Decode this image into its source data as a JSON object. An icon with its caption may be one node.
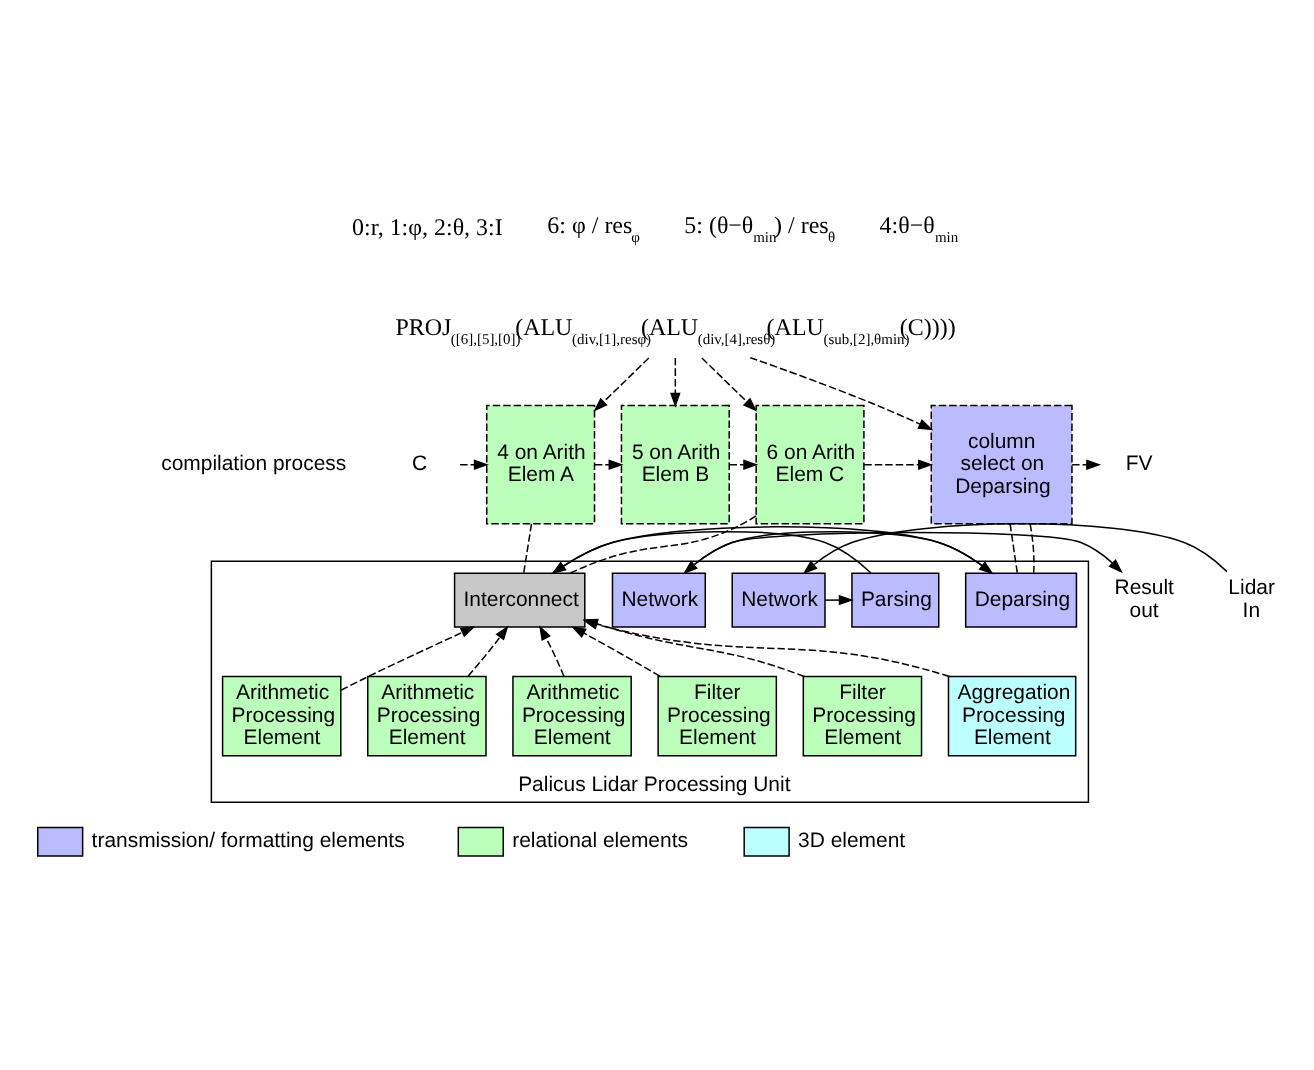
{
  "diagram": {
    "nodes": [
      {
        "text": [
          "PROJ$_{([6],[5],[0])}$(ALU$_{(div,[1],resφ)}$(ALU$_{(div,[4],resθ)}$(ALU$_{(sub,[2],θmin)}$(C))))"
        ]
      },
      {
        "text": [
          "C"
        ]
      },
      {
        "text": [
          "4 on Arith Elem A"
        ]
      },
      {
        "text": [
          "5 on Arith Elem B"
        ]
      },
      {
        "text": [
          "6 on Arith Elem C"
        ]
      },
      {
        "text": [
          "column select on Deparsing"
        ]
      },
      {
        "text": [
          "FV"
        ]
      },
      {
        "text": [
          "Lidar In"
        ]
      },
      {
        "text": [
          "Palicus Lidar Processing Unit"
        ]
      },
      {
        "text": [
          "Network"
        ],
        "in": 8
      },
      {
        "text": [
          "Parsing"
        ],
        "in": 8
      },
      {
        "text": [
          "Interconnect"
        ],
        "in": 8
      },
      {
        "text": [
          "Deparsing"
        ],
        "in": 8
      },
      {
        "text": [
          "Network"
        ],
        "in": 8
      },
      {
        "text": [
          "Result out"
        ]
      },
      {
        "text": [
          "Arithmetic Processing Element"
        ],
        "in": 8
      },
      {
        "text": [
          "Arithmetic Processing Element"
        ],
        "in": 8
      },
      {
        "text": [
          "Arithmetic Processing Element"
        ],
        "in": 8
      },
      {
        "text": [
          "Filter Processing Element"
        ],
        "in": 8
      },
      {
        "text": [
          "Filter Processing Element"
        ],
        "in": 8
      },
      {
        "text": [
          "Aggregation Processing Element"
        ],
        "in": 8
      }
    ],
    "edges": [
      {
        "from": 0,
        "to": 2,
        "arrow": "to",
        "style": "dashed"
      },
      {
        "from": 0,
        "to": 3,
        "arrow": "to",
        "style": "dashed"
      },
      {
        "from": 0,
        "to": 4,
        "arrow": "to",
        "style": "dashed"
      },
      {
        "from": 0,
        "to": 5,
        "arrow": "to",
        "style": "dashed"
      },
      {
        "from": 1,
        "to": 2,
        "arrow": "to",
        "style": "dashed"
      },
      {
        "from": 2,
        "to": 3,
        "arrow": "to",
        "style": "dashed"
      },
      {
        "from": 3,
        "to": 4,
        "arrow": "to",
        "style": "dashed"
      },
      {
        "from": 4,
        "to": 5,
        "arrow": "to",
        "style": "dashed"
      },
      {
        "from": 5,
        "to": 6,
        "arrow": "to",
        "style": "dashed"
      },
      {
        "from": 2,
        "to": 11,
        "arrow": "none",
        "style": "dashed"
      },
      {
        "from": 4,
        "to": 11,
        "arrow": "none",
        "style": "dashed"
      },
      {
        "from": 5,
        "to": 12,
        "arrow": "none",
        "style": "dashed"
      },
      {
        "from": 5,
        "to": 12,
        "arrow": "none",
        "style": "dashed"
      },
      {
        "from": 7,
        "to": 9,
        "arrow": "to"
      },
      {
        "from": 9,
        "to": 10,
        "arrow": "to"
      },
      {
        "from": 10,
        "to": 11,
        "arrow": "to"
      },
      {
        "from": 11,
        "to": 12,
        "arrow": "to"
      },
      {
        "from": 12,
        "to": 13,
        "arrow": "to"
      },
      {
        "from": 13,
        "to": 14,
        "arrow": "to"
      },
      {
        "from": 15,
        "to": 11,
        "arrow": "to",
        "style": "dashed"
      },
      {
        "from": 16,
        "to": 11,
        "arrow": "to",
        "style": "dashed"
      },
      {
        "from": 17,
        "to": 11,
        "arrow": "to",
        "style": "dashed"
      },
      {
        "from": 18,
        "to": 11,
        "arrow": "to",
        "style": "dashed"
      },
      {
        "from": 19,
        "to": 11,
        "arrow": "to",
        "style": "dashed"
      },
      {
        "from": 20,
        "to": 11,
        "arrow": "to",
        "style": "dashed"
      }
    ],
    "labels": [
      "0:r, 1:φ, 2:θ, 3:I",
      "6: φ / res$_{φ}$",
      "5: (θ−θ$_{min}$) / res$_{θ}$",
      "4:θ−θ$_{min}$",
      "compilation process"
    ],
    "legend": [
      {
        "text": "transmission/ formatting elements",
        "color": "#bbbbff"
      },
      {
        "text": "relational elements",
        "color": "#bbffbb"
      },
      {
        "text": "3D element",
        "color": "#bbffff"
      }
    ]
  }
}
